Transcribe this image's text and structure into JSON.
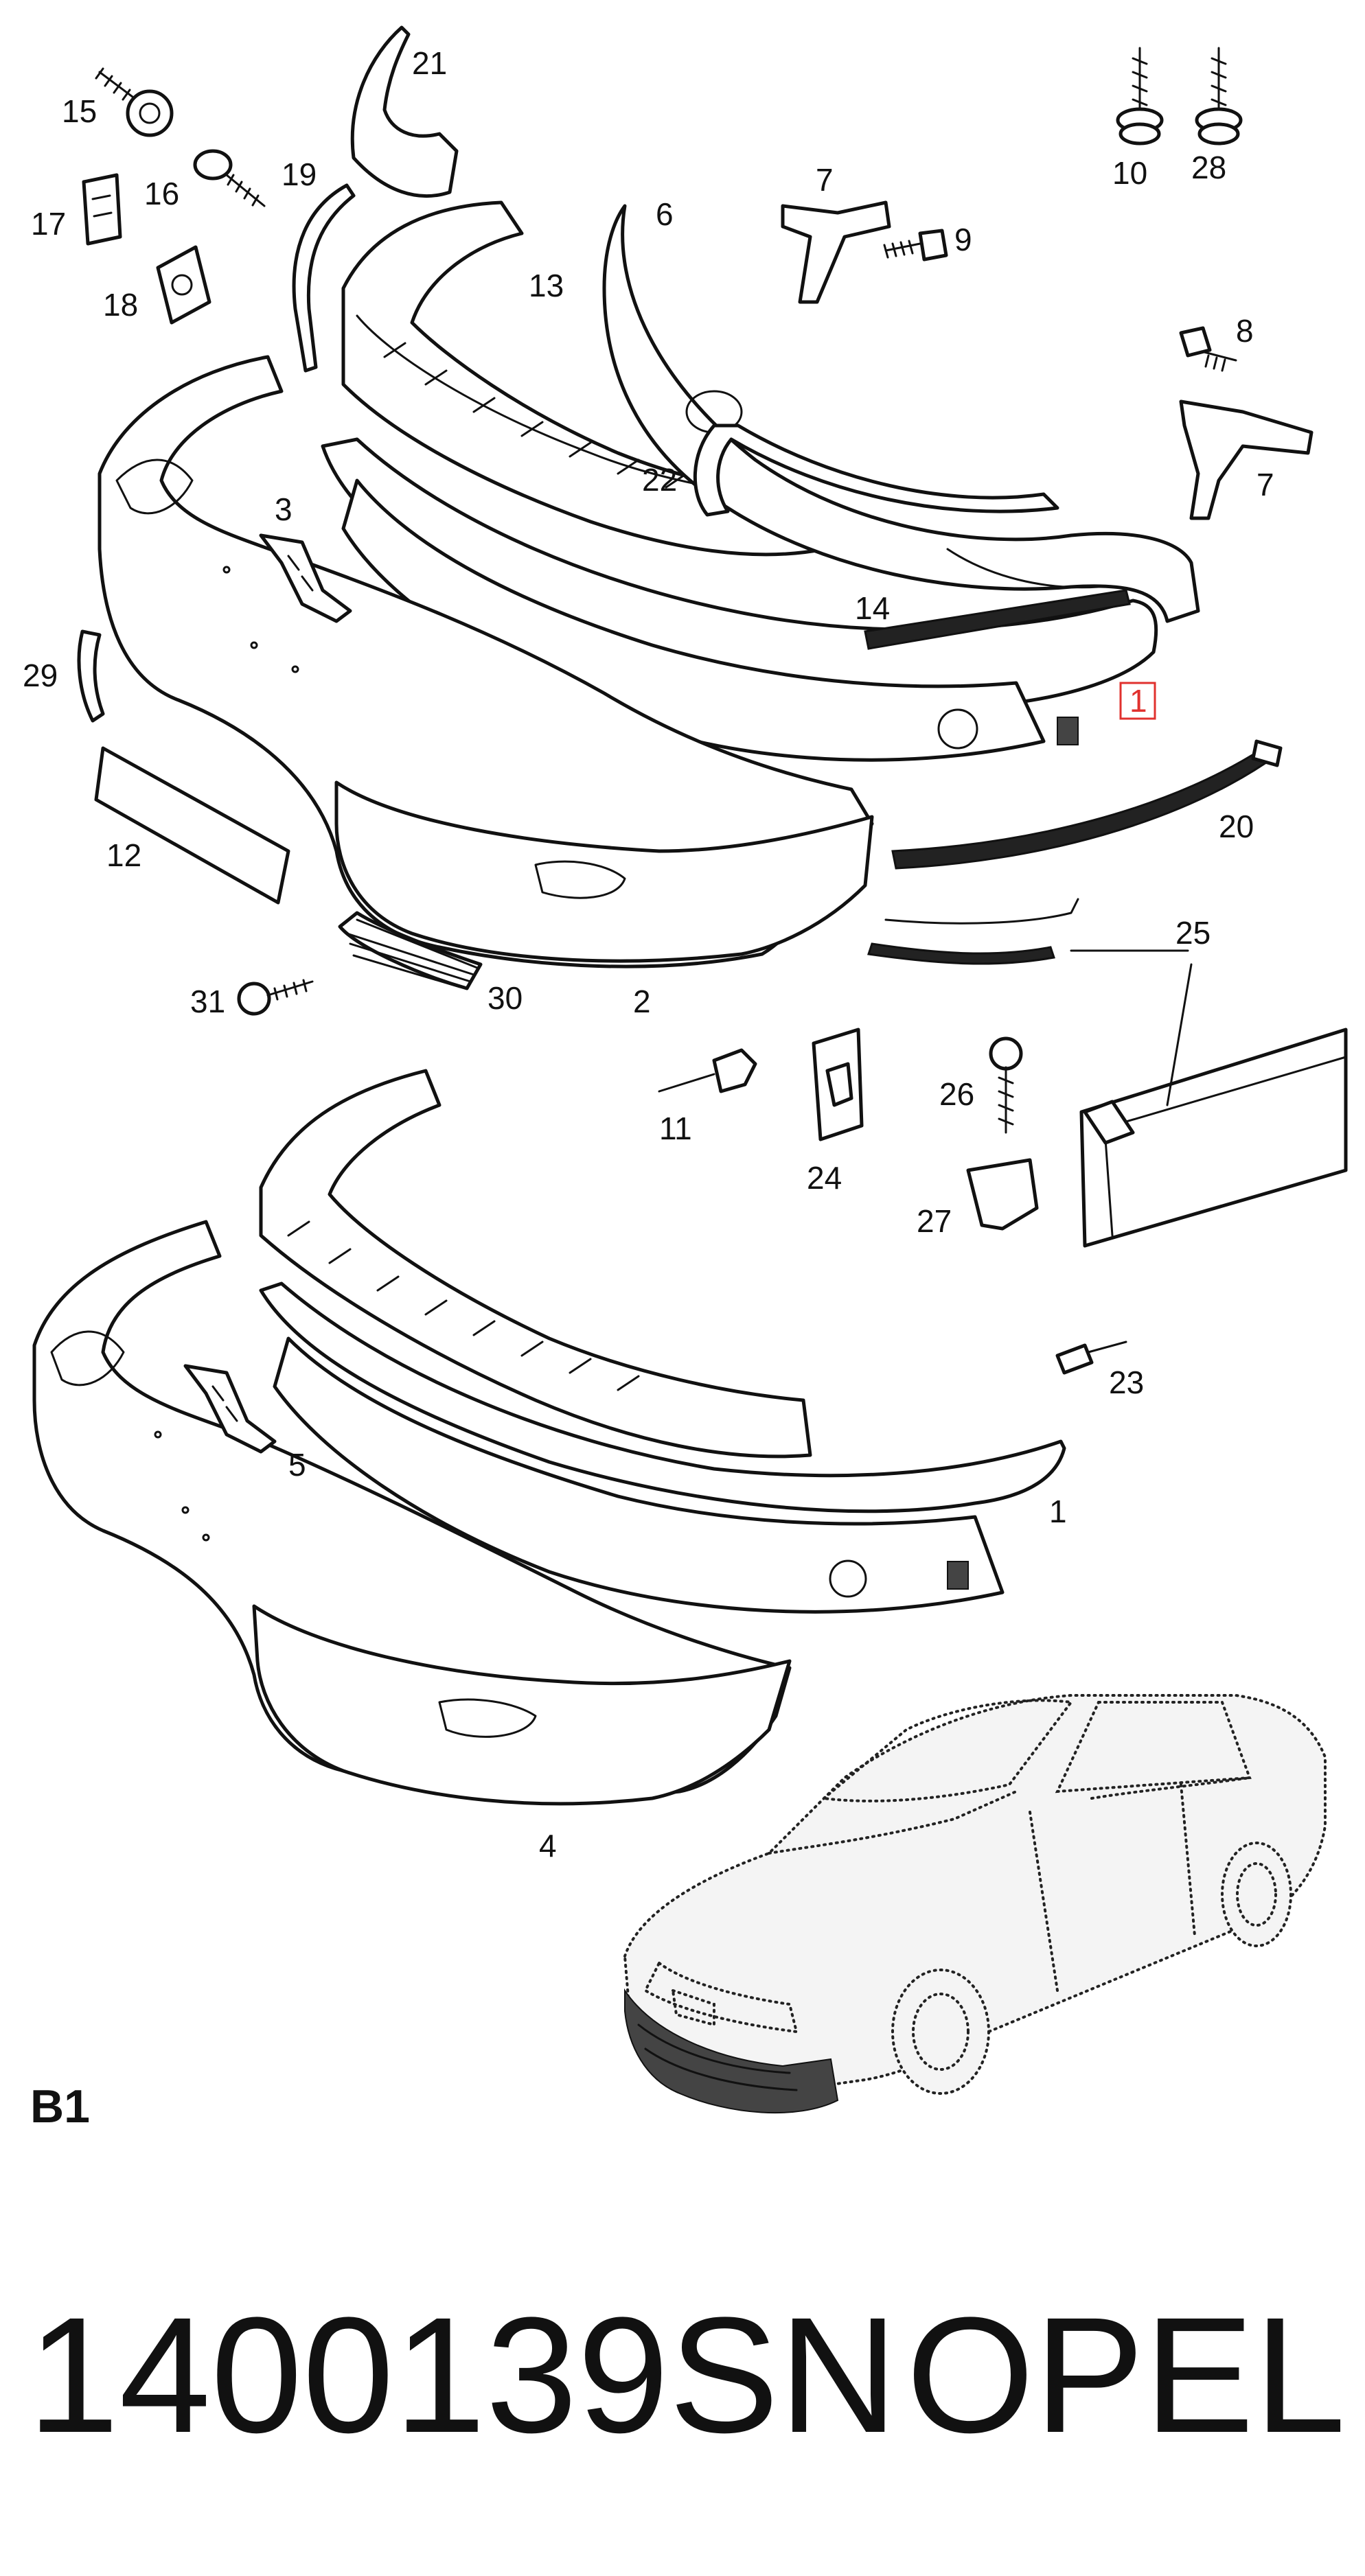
{
  "section_code": "B1",
  "part_number": "1400139SN",
  "brand": "OPEL",
  "highlighted_callout": "1",
  "highlight_color": "#e0312e",
  "callouts": [
    "15",
    "16",
    "17",
    "18",
    "19",
    "21",
    "13",
    "6",
    "7",
    "9",
    "10",
    "28",
    "8",
    "7",
    "22",
    "3",
    "14",
    "1",
    "29",
    "20",
    "12",
    "31",
    "30",
    "2",
    "25",
    "11",
    "24",
    "26",
    "27",
    "23",
    "5",
    "1",
    "4"
  ]
}
